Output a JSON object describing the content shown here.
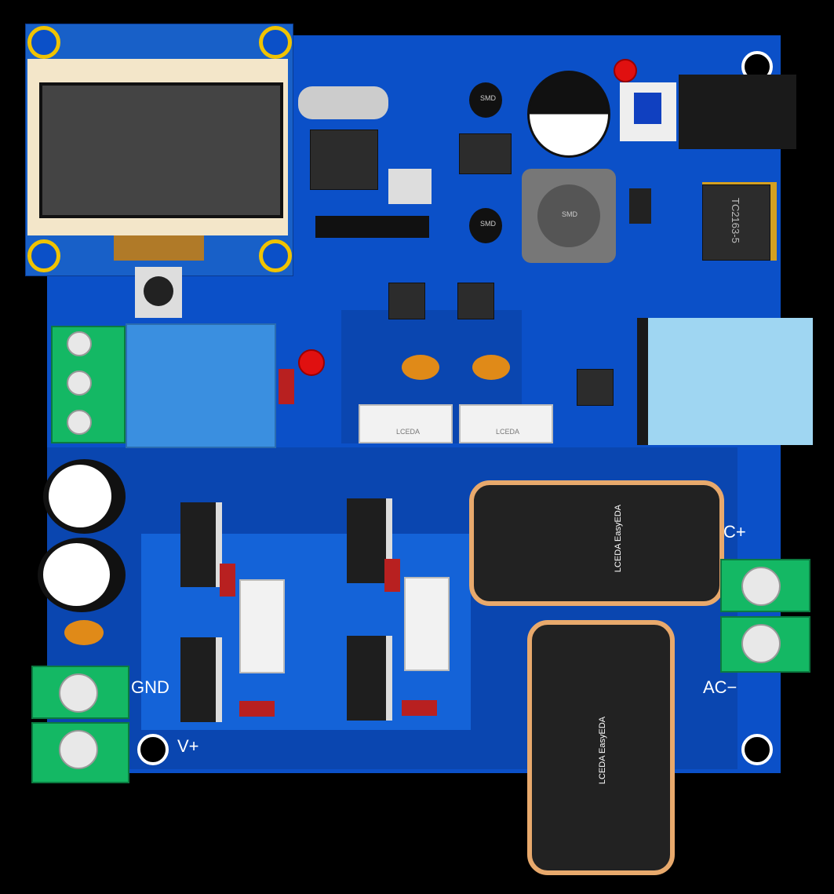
{
  "board": {
    "colors": {
      "pcb": "#0b50c8",
      "terminal": "#14b864",
      "coil_wire": "#e8a96c",
      "relay": "#3a8fe0",
      "transformer": "#9fd6f2"
    },
    "labels": {
      "gnd": "GND",
      "vplus": "V+",
      "ac_plus": "C+",
      "ac_minus": "AC−"
    },
    "chip_markings": {
      "regulator": "TC2163-5",
      "inductor": "SMD",
      "cap1": "SMD",
      "cap2": "SMD",
      "connector1": "LCEDA",
      "connector2": "LCEDA",
      "coil_brand1": "LCEDA EasyEDA",
      "coil_brand2": "LCEDA EasyEDA"
    }
  }
}
